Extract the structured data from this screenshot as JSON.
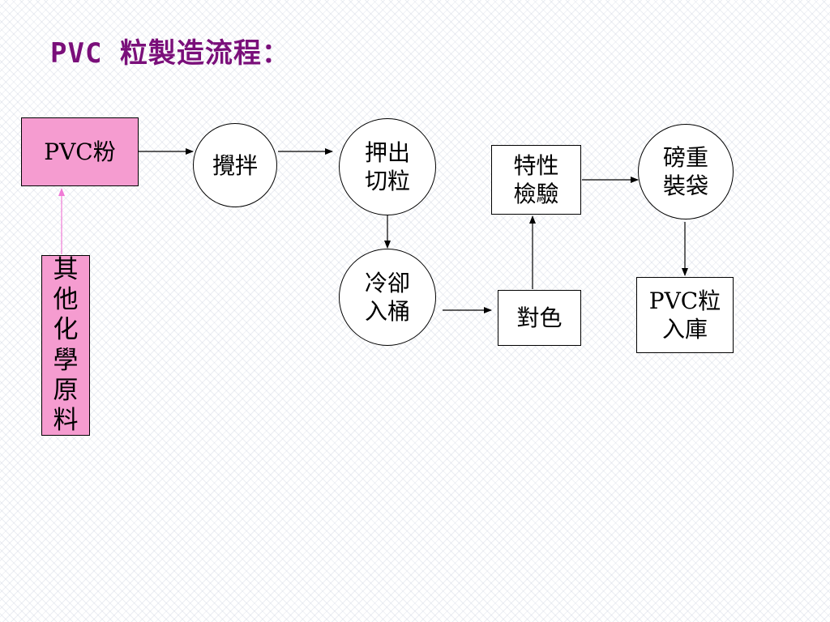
{
  "title": "PVC 粒製造流程：",
  "nodes": {
    "pvc_powder": "PVC粉",
    "other_chemicals": "其\n他\n化\n學\n原\n料",
    "mixing": "攪拌",
    "extrude_cut": "押出\n切粒",
    "cool_bucket": "冷卻\n入桶",
    "color_match": "對色",
    "property_test": "特性\n檢驗",
    "weigh_bag": "磅重\n裝袋",
    "pvc_storage": "PVC粒\n入庫"
  },
  "colors": {
    "title": "#7a0f7a",
    "pink_fill": "#f59cd0",
    "pink_line": "#f07ad6"
  }
}
